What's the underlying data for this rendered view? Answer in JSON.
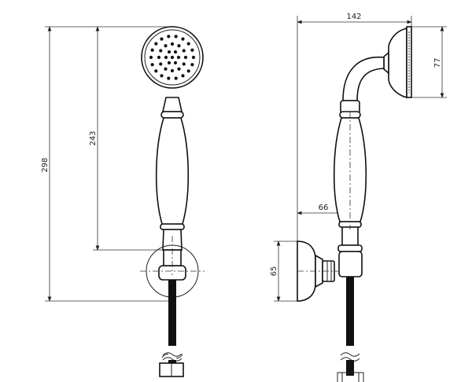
{
  "front_view": {
    "dimensions": {
      "overall_height": "298",
      "handle_height": "243"
    }
  },
  "side_view": {
    "dimensions": {
      "overall_width": "142",
      "head_height": "77",
      "handle_offset": "66",
      "bracket_height": "65"
    }
  },
  "colors": {
    "line": "#222222",
    "hose": "#111111",
    "background": "#ffffff"
  }
}
